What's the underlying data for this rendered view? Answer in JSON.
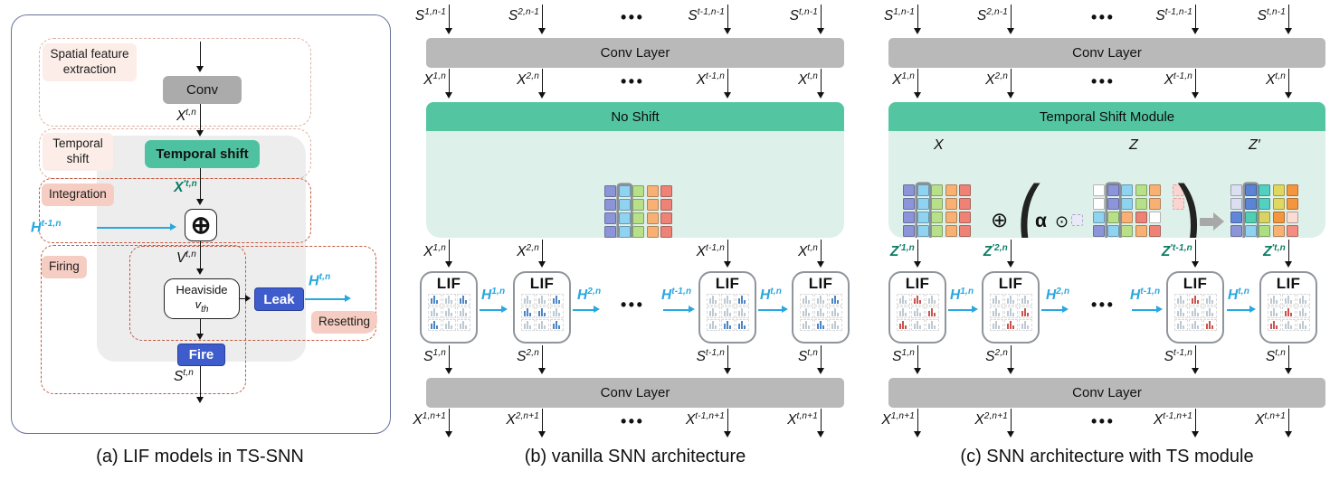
{
  "colors": {
    "purple": "#8c94da",
    "blue": "#8fd3f0",
    "green": "#b7e089",
    "orange": "#f9b173",
    "red": "#ef8276",
    "module_header": "#54c5a1",
    "module_body": "#def0ea",
    "conv_gray": "#b9b9b9",
    "accent_cyan": "#29a7df",
    "accent_dark_green": "#0e7d63",
    "node_blue": "#3f5ccd",
    "dash_red": "#c4583f",
    "dash_light": "#ddb1a3"
  },
  "panel_a": {
    "caption": "(a) LIF models in TS-SNN",
    "region_labels": {
      "spatial": "Spatial feature extraction",
      "temporal_shift": "Temporal shift",
      "integration": "Integration",
      "firing": "Firing",
      "resetting": "Resetting"
    },
    "nodes": {
      "conv": "Conv",
      "temporal_shift": "Temporal shift",
      "sum": "⊕",
      "heaviside": "Heaviside",
      "vth_base": "v",
      "vth_sub": "th",
      "leak": "Leak",
      "fire": "Fire"
    },
    "vars": {
      "x": {
        "b": "X",
        "s": "t,n"
      },
      "x_shifted": {
        "b": "X",
        "s": "′t,n"
      },
      "h_prev": {
        "b": "H",
        "s": "t-1,n"
      },
      "v": {
        "b": "V",
        "s": "t,n"
      },
      "h": {
        "b": "H",
        "s": "t,n"
      },
      "s": {
        "b": "S",
        "s": "t,n"
      }
    }
  },
  "panel_b": {
    "caption": "(b) vanilla SNN architecture",
    "conv_top": "Conv Layer",
    "conv_bottom": "Conv Layer",
    "module_title": "No Shift",
    "lif": "LIF",
    "dots": "•••",
    "top_labels": [
      {
        "b": "S",
        "s": "1,n-1"
      },
      {
        "b": "S",
        "s": "2,n-1"
      },
      {
        "b": "S",
        "s": "t-1,n-1"
      },
      {
        "b": "S",
        "s": "t,n-1"
      }
    ],
    "x_labels": [
      {
        "b": "X",
        "s": "1,n"
      },
      {
        "b": "X",
        "s": "2,n"
      },
      {
        "b": "X",
        "s": "t-1,n"
      },
      {
        "b": "X",
        "s": "t,n"
      }
    ],
    "h_labels": [
      {
        "b": "H",
        "s": "1,n"
      },
      {
        "b": "H",
        "s": "2,n"
      },
      {
        "b": "H",
        "s": "t-1,n"
      },
      {
        "b": "H",
        "s": "t,n"
      }
    ],
    "s_labels": [
      {
        "b": "S",
        "s": "1,n"
      },
      {
        "b": "S",
        "s": "2,n"
      },
      {
        "b": "S",
        "s": "t-1,n"
      },
      {
        "b": "S",
        "s": "t,n"
      }
    ],
    "out_labels": [
      {
        "b": "X",
        "s": "1,n+1"
      },
      {
        "b": "X",
        "s": "2,n+1"
      },
      {
        "b": "X",
        "s": "t-1,n+1"
      },
      {
        "b": "X",
        "s": "t,n+1"
      }
    ],
    "noshift_cols": [
      {
        "c": [
          "#8c94da",
          "#8c94da",
          "#8c94da",
          "#8c94da",
          "#8c94da"
        ]
      },
      {
        "c": [
          "#8fd3f0",
          "#8fd3f0",
          "#8fd3f0",
          "#8fd3f0",
          "#8fd3f0"
        ],
        "o": 1
      },
      {
        "c": [
          "#b7e089",
          "#b7e089",
          "#b7e089",
          "#b7e089",
          "#b7e089"
        ]
      },
      {
        "c": [
          "#f9b173",
          "#f9b173",
          "#f9b173",
          "#f9b173",
          "#f9b173"
        ]
      },
      {
        "c": [
          "#ef8276",
          "#ef8276",
          "#ef8276",
          "#ef8276",
          "#ef8276"
        ]
      }
    ],
    "lif_grids": [
      [
        "b",
        "g",
        "b",
        "g",
        "g",
        "g",
        "b",
        "g",
        "g"
      ],
      [
        "g",
        "g",
        "b",
        "b",
        "b",
        "g",
        "g",
        "g",
        "b"
      ],
      [
        "g",
        "g",
        "b",
        "g",
        "g",
        "g",
        "g",
        "b",
        "b"
      ],
      [
        "g",
        "g",
        "b",
        "g",
        "g",
        "g",
        "g",
        "b",
        "g"
      ]
    ]
  },
  "panel_c": {
    "caption": "(c) SNN architecture with TS module",
    "conv_top": "Conv Layer",
    "conv_bottom": "Conv Layer",
    "module_title": "Temporal Shift Module",
    "lif": "LIF",
    "dots": "•••",
    "top_labels": [
      {
        "b": "S",
        "s": "1,n-1"
      },
      {
        "b": "S",
        "s": "2,n-1"
      },
      {
        "b": "S",
        "s": "t-1,n-1"
      },
      {
        "b": "S",
        "s": "t,n-1"
      }
    ],
    "x_labels": [
      {
        "b": "X",
        "s": "1,n"
      },
      {
        "b": "X",
        "s": "2,n"
      },
      {
        "b": "X",
        "s": "t-1,n"
      },
      {
        "b": "X",
        "s": "t,n"
      }
    ],
    "z_labels": [
      {
        "b": "Z",
        "s": "′1,n"
      },
      {
        "b": "Z",
        "s": "′2,n"
      },
      {
        "b": "Z",
        "s": "′t-1,n"
      },
      {
        "b": "Z",
        "s": "′t,n"
      }
    ],
    "h_labels": [
      {
        "b": "H",
        "s": "1,n"
      },
      {
        "b": "H",
        "s": "2,n"
      },
      {
        "b": "H",
        "s": "t-1,n"
      },
      {
        "b": "H",
        "s": "t,n"
      }
    ],
    "s_labels": [
      {
        "b": "S",
        "s": "1,n"
      },
      {
        "b": "S",
        "s": "2,n"
      },
      {
        "b": "S",
        "s": "t-1,n"
      },
      {
        "b": "S",
        "s": "t,n"
      }
    ],
    "out_labels": [
      {
        "b": "X",
        "s": "1,n+1"
      },
      {
        "b": "X",
        "s": "2,n+1"
      },
      {
        "b": "X",
        "s": "t-1,n+1"
      },
      {
        "b": "X",
        "s": "t,n+1"
      }
    ],
    "sym": {
      "x": "X",
      "z": "Z",
      "zp": "Z′",
      "oplus": "⊕",
      "alpha": "α",
      "odot": "⊙",
      "lparen": "(",
      "rparen": ")"
    },
    "x_cols": [
      {
        "c": [
          "#8c94da",
          "#8c94da",
          "#8c94da",
          "#8c94da",
          "#8c94da"
        ]
      },
      {
        "c": [
          "#8fd3f0",
          "#8fd3f0",
          "#8fd3f0",
          "#8fd3f0",
          "#8fd3f0"
        ],
        "o": 1
      },
      {
        "c": [
          "#b7e089",
          "#b7e089",
          "#b7e089",
          "#b7e089",
          "#b7e089"
        ]
      },
      {
        "c": [
          "#f9b173",
          "#f9b173",
          "#f9b173",
          "#f9b173",
          "#f9b173"
        ]
      },
      {
        "c": [
          "#ef8276",
          "#ef8276",
          "#ef8276",
          "#ef8276",
          "#ef8276"
        ]
      }
    ],
    "z_cols": [
      {
        "c": [
          "#ffffff",
          "#ffffff",
          "#8fd3f0",
          "#8c94da",
          "#8c94da"
        ]
      },
      {
        "c": [
          "#8c94da",
          "#8c94da",
          "#b7e089",
          "#8fd3f0",
          "#8fd3f0"
        ],
        "o": 1
      },
      {
        "c": [
          "#8fd3f0",
          "#8fd3f0",
          "#f9b173",
          "#b7e089",
          "#b7e089"
        ]
      },
      {
        "c": [
          "#b7e089",
          "#b7e089",
          "#ef8276",
          "#f9b173",
          "#f9b173"
        ]
      },
      {
        "c": [
          "#f9b173",
          "#f9b173",
          "#ffffff",
          "#ef8276",
          "#ef8276"
        ]
      },
      {
        "c": [
          "#f9d4d0",
          "#f9d4d0"
        ],
        "d": 1,
        "m": 10
      }
    ],
    "zp_cols": [
      {
        "c": [
          "#dcdef2",
          "#dcdef2",
          "#6286d8",
          "#8c94da",
          "#8c94da"
        ]
      },
      {
        "c": [
          "#5b84d6",
          "#5b84d6",
          "#4fcfb4",
          "#8fd3f0",
          "#8fd3f0"
        ],
        "o": 1
      },
      {
        "c": [
          "#52d0c0",
          "#52d0c0",
          "#d8d464",
          "#aede82",
          "#c4e79b"
        ]
      },
      {
        "c": [
          "#dfd75e",
          "#dfd75e",
          "#f5953c",
          "#f9b173",
          "#f8c193"
        ]
      },
      {
        "c": [
          "#f5953c",
          "#f5953c",
          "#fbdcd4",
          "#f28d80",
          "#f28d80"
        ]
      }
    ],
    "lif_grids": [
      [
        "g",
        "r",
        "g",
        "g",
        "g",
        "r",
        "r",
        "g",
        "g"
      ],
      [
        "g",
        "g",
        "g",
        "g",
        "g",
        "r",
        "g",
        "r",
        "g"
      ],
      [
        "g",
        "r",
        "g",
        "g",
        "g",
        "g",
        "g",
        "g",
        "r"
      ],
      [
        "g",
        "g",
        "g",
        "g",
        "r",
        "g",
        "r",
        "g",
        "g"
      ]
    ]
  }
}
